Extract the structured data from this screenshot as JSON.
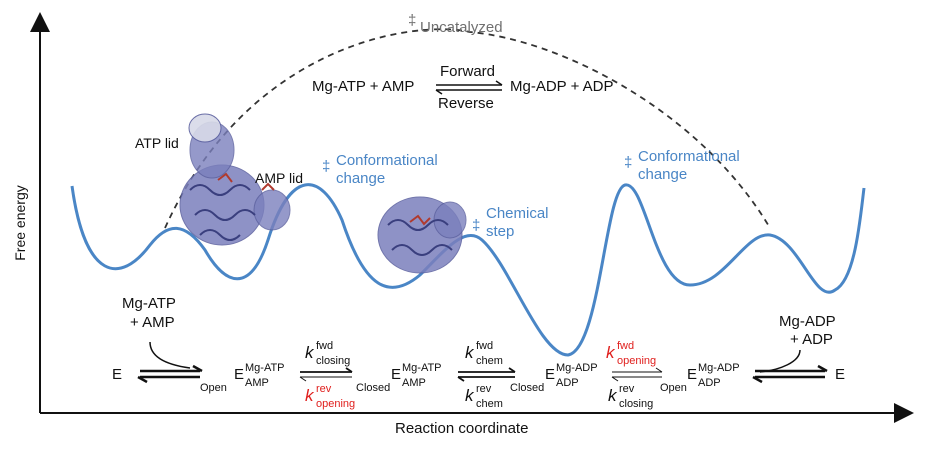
{
  "axes": {
    "y_label": "Free energy",
    "x_label": "Reaction coordinate"
  },
  "top": {
    "ts_symbol": "‡",
    "uncatalyzed": "Uncatalyzed",
    "reactants": "Mg-ATP + AMP",
    "products": "Mg-ADP + ADP",
    "forward": "Forward",
    "reverse": "Reverse"
  },
  "structure_labels": {
    "atp_lid": "ATP lid",
    "amp_lid": "AMP lid"
  },
  "barriers": {
    "conf1_line1": "Conformational",
    "conf1_line2": "change",
    "chem_line1": "Chemical",
    "chem_line2": "step",
    "conf2_line1": "Conformational",
    "conf2_line2": "change"
  },
  "scheme": {
    "E_left": "E",
    "E_right": "E",
    "substrate_left_1": "Mg-ATP",
    "substrate_left_2": "+ AMP",
    "product_right_1": "Mg-ADP",
    "product_right_2": "+ ADP",
    "s1": {
      "pre": "Open",
      "E": "E",
      "sup": "Mg-ATP",
      "sub": "AMP"
    },
    "s2": {
      "pre": "Closed",
      "E": "E",
      "sup": "Mg-ATP",
      "sub": "AMP"
    },
    "s3": {
      "pre": "Closed",
      "E": "E",
      "sup": "Mg-ADP",
      "sub": "ADP"
    },
    "s4": {
      "pre": "Open",
      "E": "E",
      "sup": "Mg-ADP",
      "sub": "ADP"
    },
    "rates": {
      "k": "k",
      "fwd": "fwd",
      "rev": "rev",
      "closing": "closing",
      "opening": "opening",
      "chem": "chem"
    }
  },
  "colors": {
    "curve": "#4a86c6",
    "dashed": "#333333",
    "highlight": "#e0201e",
    "protein": "#6b72b0"
  }
}
